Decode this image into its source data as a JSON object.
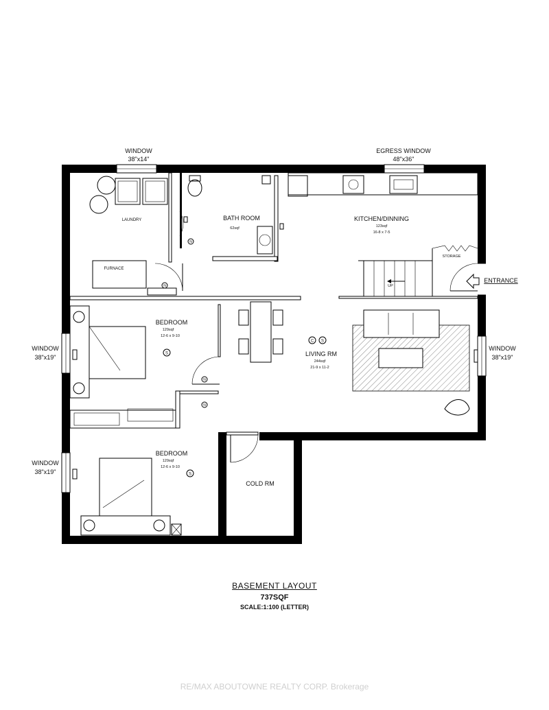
{
  "labels": {
    "window_top": "WINDOW",
    "window_top_size": "38\"x14\"",
    "egress_window": "EGRESS WINDOW",
    "egress_window_size": "48\"x36\"",
    "laundry": "LAUNDRY",
    "furnace": "FURNACE",
    "bath_room": "BATH ROOM",
    "bath_area": "62sqf",
    "kitchen": "KITCHEN/DINNING",
    "kitchen_area": "123sqf",
    "kitchen_dims": "16-8 x 7-5",
    "storage": "STORAGE",
    "up": "UP",
    "entrance": "ENTRANCE",
    "bedroom1": "BEDROOM",
    "bedroom1_area": "129sqf",
    "bedroom1_dims": "12-6 x 9-10",
    "living": "LIVING RM",
    "living_area": "244sqf",
    "living_dims": "21-9 x 11-2",
    "window_left1": "WINDOW",
    "window_left1_size": "38\"x19\"",
    "window_right": "WINDOW",
    "window_right_size": "38\"x19\"",
    "bedroom2": "BEDROOM",
    "bedroom2_area": "129sqf",
    "bedroom2_dims": "12-6 x 9-10",
    "window_left2": "WINDOW",
    "window_left2_size": "38\"x19\"",
    "cold_rm": "COLD RM",
    "symbol_s": "S",
    "symbol_c": "C",
    "symbol_n": "N"
  },
  "footer": {
    "title": "BASEMENT  LAYOUT",
    "area": "737SQF",
    "scale": "SCALE:1:100 (LETTER)"
  },
  "watermark": "RE/MAX ABOUTOWNE REALTY CORP. Brokerage"
}
